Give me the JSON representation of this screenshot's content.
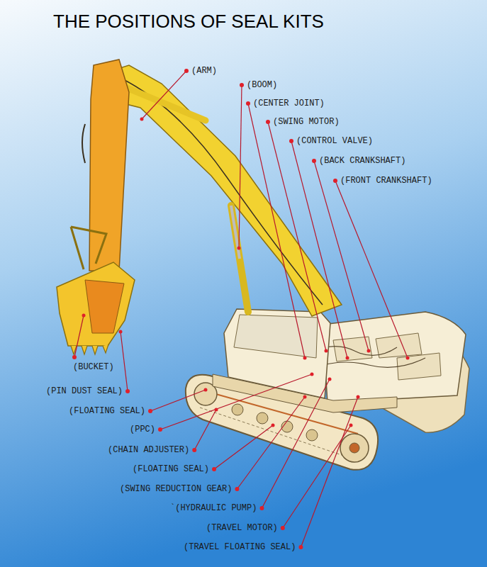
{
  "diagram": {
    "title": "THE POSITIONS OF SEAL KITS",
    "labels": [
      "(ARM)",
      "(BOOM)",
      "(CENTER JOINT)",
      "(SWING MOTOR)",
      "(CONTROL VALVE)",
      "(BACK CRANKSHAFT)",
      "(FRONT CRANKSHAFT)",
      "(BUCKET)",
      "(PIN DUST SEAL)",
      "(FLOATING SEAL)",
      "(PPC)",
      "(CHAIN ADJUSTER)",
      "(FLOATING SEAL)",
      "(SWING REDUCTION GEAR)",
      "`(HYDRAULIC PUMP)",
      "(TRAVEL MOTOR)",
      "(TRAVEL FLOATING SEAL)"
    ]
  }
}
